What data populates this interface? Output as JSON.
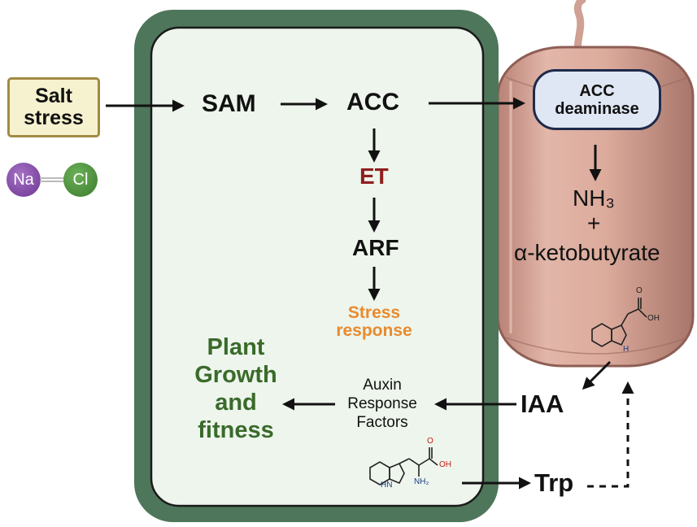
{
  "salt_stress": {
    "line1": "Salt",
    "line2": "stress"
  },
  "ions": {
    "na": "Na",
    "cl": "Cl"
  },
  "pathway": {
    "sam": "SAM",
    "acc": "ACC",
    "et": "ET",
    "arf": "ARF",
    "stress_response_line1": "Stress",
    "stress_response_line2": "response"
  },
  "bacterium": {
    "acc_deaminase_line1": "ACC",
    "acc_deaminase_line2": "deaminase",
    "nh3": "NH₃",
    "plus": "+",
    "ketobutyrate": "α-ketobutyrate",
    "iaa_molecule": {
      "oh": "OH",
      "o": "O",
      "nh": "H"
    }
  },
  "auxin": {
    "line1": "Auxin",
    "line2": "Response",
    "line3": "Factors"
  },
  "plant_growth": {
    "line1": "Plant",
    "line2": "Growth",
    "line3": "and",
    "line4": "fitness"
  },
  "iaa": "IAA",
  "trp": "Trp",
  "trp_molecule": {
    "oh": "OH",
    "o": "O",
    "nh2": "NH₂",
    "hn": "HN"
  },
  "colors": {
    "cell_wall": "#4e765a",
    "cytoplasm": "#edf5ec",
    "bacterium": "#d8a799",
    "et": "#8f1f1f",
    "stress_response": "#e88a2e",
    "plant_growth": "#3a6a2a",
    "salt_box_fill": "#f6f2cf",
    "salt_box_border": "#a18a44"
  }
}
